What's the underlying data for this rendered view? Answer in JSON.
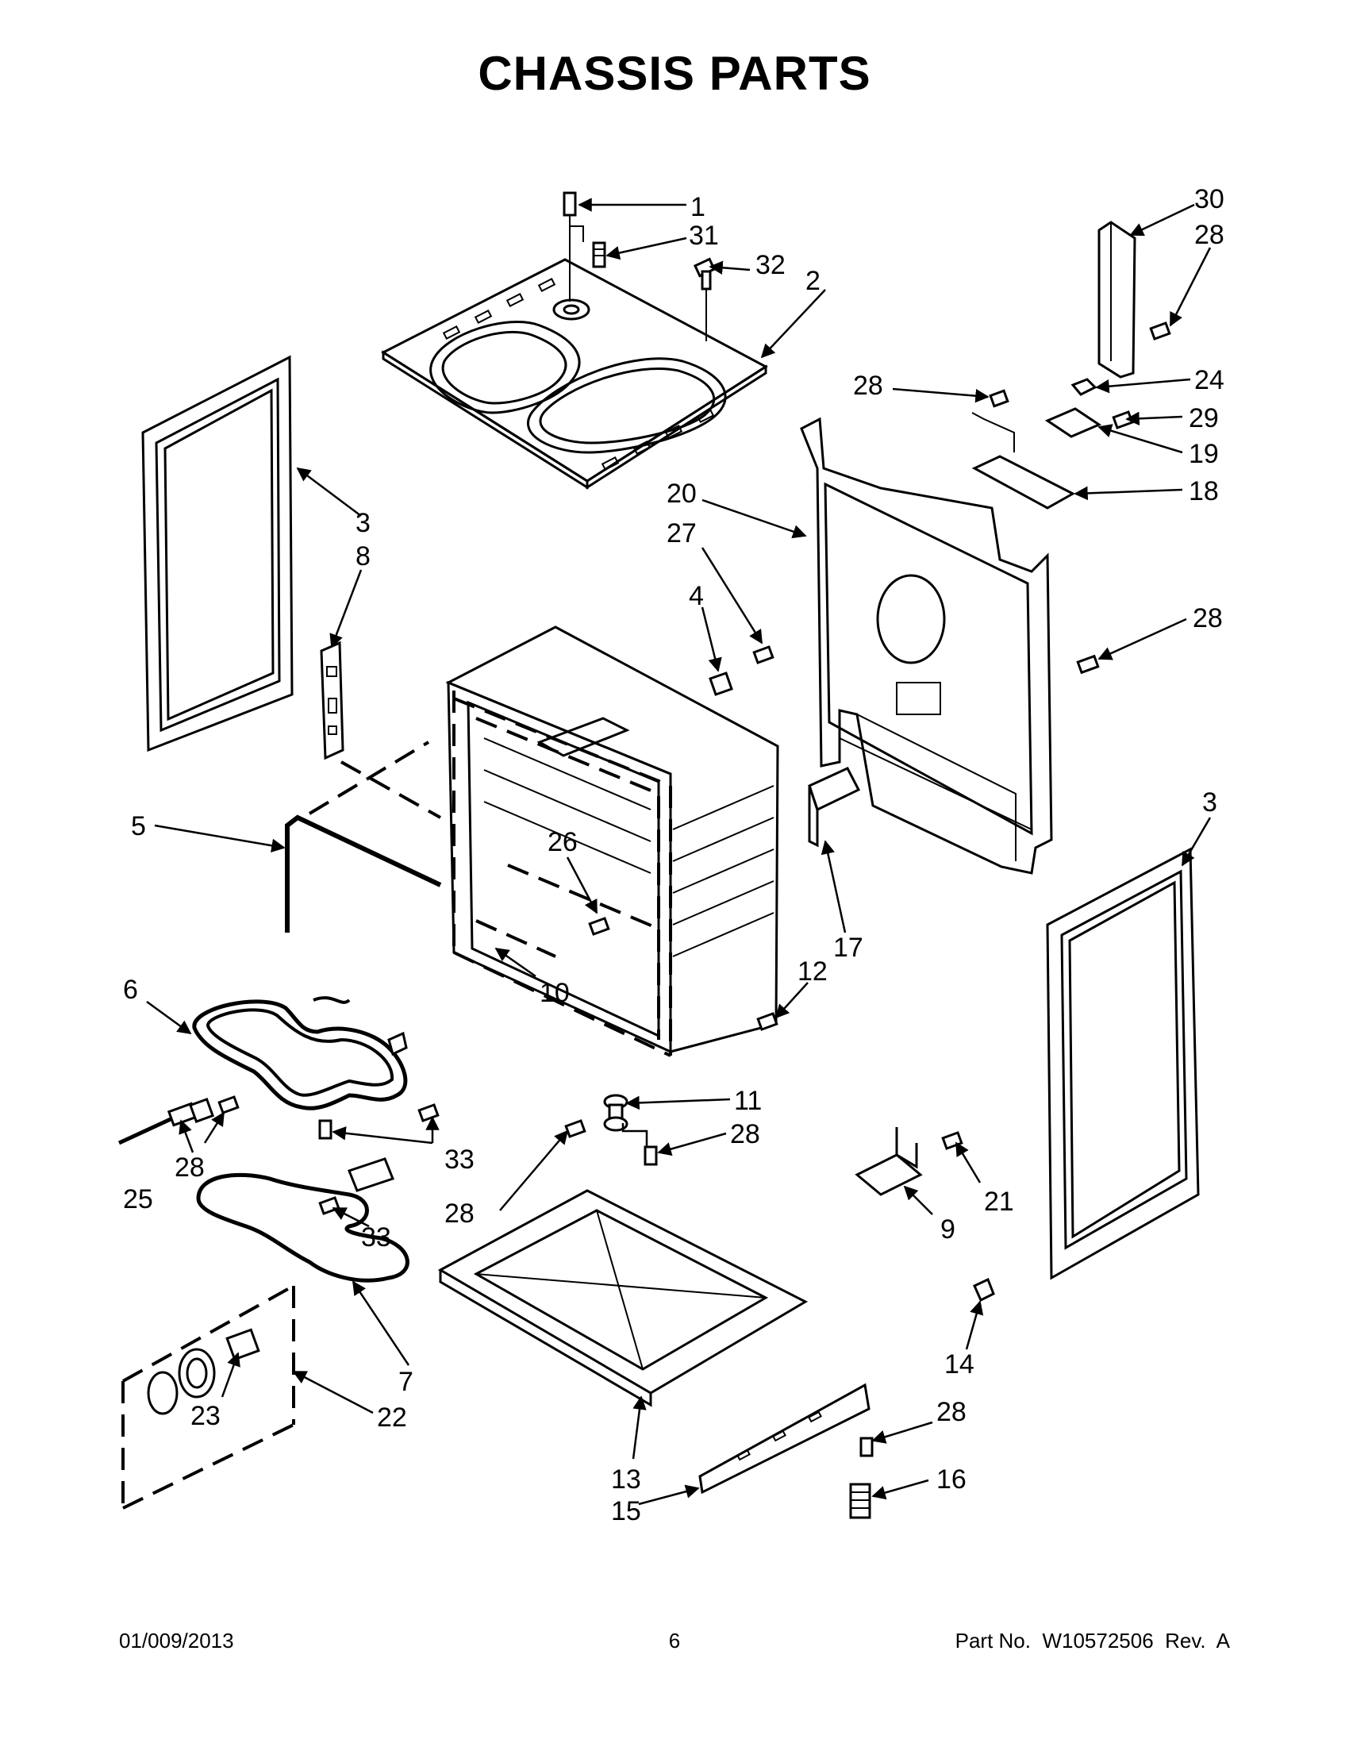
{
  "title": "CHASSIS PARTS",
  "footer": {
    "date": "01/009/2013",
    "page": "6",
    "part": "Part No.  W10572506  Rev.  A"
  },
  "callouts": [
    {
      "id": "c1",
      "label": "1"
    },
    {
      "id": "c31",
      "label": "31"
    },
    {
      "id": "c32",
      "label": "32"
    },
    {
      "id": "c2",
      "label": "2"
    },
    {
      "id": "c30",
      "label": "30"
    },
    {
      "id": "c28a",
      "label": "28"
    },
    {
      "id": "c28b",
      "label": "28"
    },
    {
      "id": "c24",
      "label": "24"
    },
    {
      "id": "c29",
      "label": "29"
    },
    {
      "id": "c19",
      "label": "19"
    },
    {
      "id": "c18",
      "label": "18"
    },
    {
      "id": "c20",
      "label": "20"
    },
    {
      "id": "c27",
      "label": "27"
    },
    {
      "id": "c4",
      "label": "4"
    },
    {
      "id": "c3a",
      "label": "3"
    },
    {
      "id": "c8",
      "label": "8"
    },
    {
      "id": "c28c",
      "label": "28"
    },
    {
      "id": "c5",
      "label": "5"
    },
    {
      "id": "c26",
      "label": "26"
    },
    {
      "id": "c3b",
      "label": "3"
    },
    {
      "id": "c17",
      "label": "17"
    },
    {
      "id": "c6",
      "label": "6"
    },
    {
      "id": "c10",
      "label": "10"
    },
    {
      "id": "c12",
      "label": "12"
    },
    {
      "id": "c11",
      "label": "11"
    },
    {
      "id": "c28d",
      "label": "28"
    },
    {
      "id": "c25",
      "label": "25"
    },
    {
      "id": "c28e",
      "label": "28"
    },
    {
      "id": "c33a",
      "label": "33"
    },
    {
      "id": "c28f",
      "label": "28"
    },
    {
      "id": "c21",
      "label": "21"
    },
    {
      "id": "c9",
      "label": "9"
    },
    {
      "id": "c33b",
      "label": "33"
    },
    {
      "id": "c7",
      "label": "7"
    },
    {
      "id": "c23",
      "label": "23"
    },
    {
      "id": "c22",
      "label": "22"
    },
    {
      "id": "c14",
      "label": "14"
    },
    {
      "id": "c28g",
      "label": "28"
    },
    {
      "id": "c13",
      "label": "13"
    },
    {
      "id": "c16",
      "label": "16"
    },
    {
      "id": "c15",
      "label": "15"
    }
  ]
}
